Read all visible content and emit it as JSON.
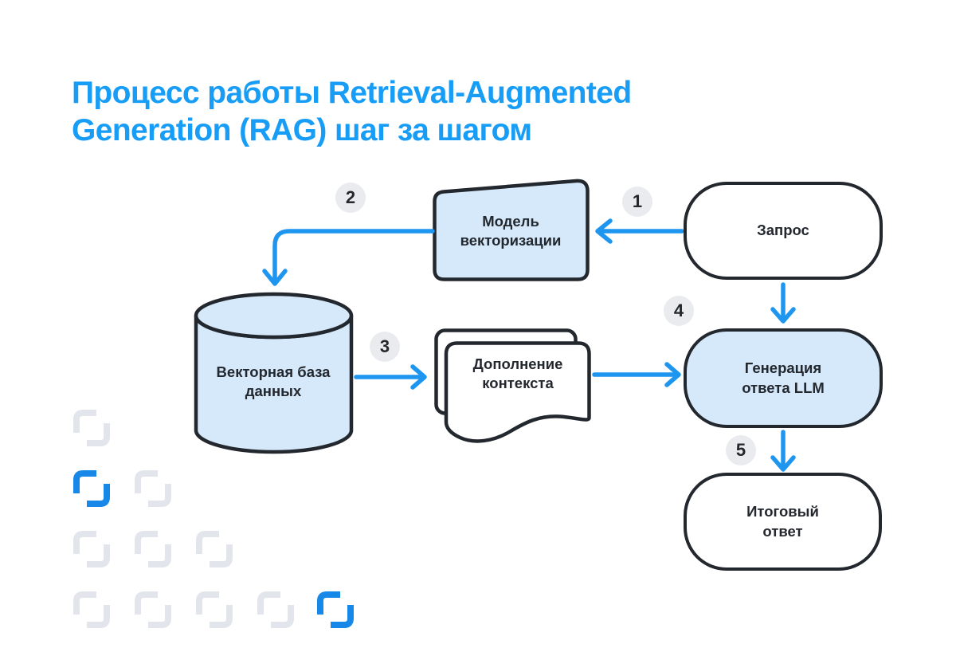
{
  "title": "Процесс работы Retrieval-Augmented Generation (RAG) шаг за шагом",
  "nodes": {
    "query": {
      "label": "Запрос",
      "shape": "rounded-rectangle",
      "fill": "#FFFFFF"
    },
    "vectorizer": {
      "label": "Модель векторизации",
      "shape": "skewed-card",
      "fill": "#D5E9FB"
    },
    "vector_db": {
      "label": "Векторная база данных",
      "shape": "database-cylinder",
      "fill": "#D5E9FB"
    },
    "context": {
      "label": "Дополнение контекста",
      "shape": "stacked-documents",
      "fill": "#FFFFFF"
    },
    "generation": {
      "label": "Генерация ответа LLM",
      "shape": "rounded-rectangle",
      "fill": "#D5E9FB"
    },
    "answer": {
      "label": "Итоговый ответ",
      "shape": "rounded-rectangle",
      "fill": "#FFFFFF"
    }
  },
  "steps": [
    "1",
    "2",
    "3",
    "4",
    "5"
  ],
  "edges": [
    {
      "step": "1",
      "from": "query",
      "to": "vectorizer"
    },
    {
      "step": "2",
      "from": "vectorizer",
      "to": "vector_db"
    },
    {
      "step": "3",
      "from": "vector_db",
      "to": "context"
    },
    {
      "step": "4",
      "from": "context",
      "to": "generation"
    },
    {
      "step": "",
      "from": "query",
      "to": "generation"
    },
    {
      "step": "5",
      "from": "generation",
      "to": "answer"
    }
  ],
  "colors": {
    "title": "#189DF6",
    "arrow": "#1E96F0",
    "outline": "#23272E",
    "node_fill_blue": "#D5E9FB",
    "badge_bg": "#E9EBEE",
    "bracket_gray": "#E2E6EC",
    "bracket_blue": "#1787E8",
    "background": "#FFFFFF"
  }
}
